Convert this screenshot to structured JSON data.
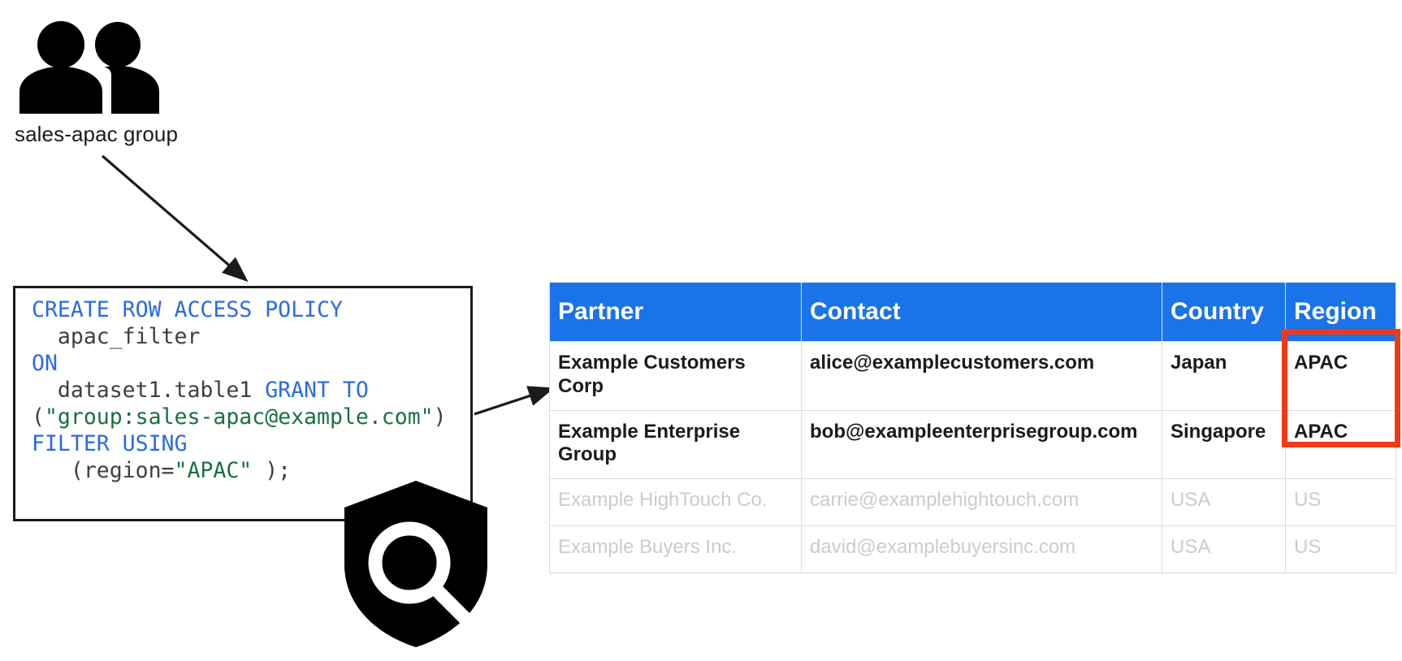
{
  "diagram": {
    "group": {
      "icon": "people-group-icon",
      "label": "sales-apac group"
    },
    "shield": {
      "icon": "shield-search-icon"
    },
    "arrows": [
      {
        "name": "arrow-group-to-policy"
      },
      {
        "name": "arrow-policy-to-table"
      }
    ]
  },
  "code": {
    "language": "sql",
    "tokens": [
      [
        {
          "t": "CREATE ROW ACCESS POLICY",
          "c": "kw"
        }
      ],
      [
        {
          "t": "  apac_filter",
          "c": "pl"
        }
      ],
      [
        {
          "t": "ON",
          "c": "kw"
        }
      ],
      [
        {
          "t": "  dataset1.table1 ",
          "c": "pl"
        },
        {
          "t": "GRANT TO",
          "c": "kw"
        }
      ],
      [
        {
          "t": "(",
          "c": "pl"
        },
        {
          "t": "\"group:sales-apac@example.com\"",
          "c": "str"
        },
        {
          "t": ")",
          "c": "pl"
        }
      ],
      [
        {
          "t": "FILTER USING",
          "c": "kw"
        }
      ],
      [
        {
          "t": "   (region=",
          "c": "pl"
        },
        {
          "t": "\"APAC\"",
          "c": "str"
        },
        {
          "t": " );",
          "c": "pl"
        }
      ]
    ],
    "plain": "CREATE ROW ACCESS POLICY\n  apac_filter\nON\n  dataset1.table1 GRANT TO\n(\"group:sales-apac@example.com\")\nFILTER USING\n   (region=\"APAC\" );"
  },
  "table": {
    "columns": [
      "Partner",
      "Contact",
      "Country",
      "Region"
    ],
    "rows": [
      {
        "state": "visible",
        "partner": "Example Customers Corp",
        "contact": "alice@examplecustomers.com",
        "country": "Japan",
        "region": "APAC"
      },
      {
        "state": "visible",
        "partner": "Example Enterprise Group",
        "contact": "bob@exampleenterprisegroup.com",
        "country": "Singapore",
        "region": "APAC"
      },
      {
        "state": "filtered-out",
        "partner": "Example HighTouch Co.",
        "contact": "carrie@examplehightouch.com",
        "country": "USA",
        "region": "US"
      },
      {
        "state": "filtered-out",
        "partner": "Example Buyers Inc.",
        "contact": "david@examplebuyersinc.com",
        "country": "USA",
        "region": "US"
      }
    ],
    "highlight": {
      "name": "region-apac-highlight",
      "color": "#f03a17",
      "covers": "Region cells of the two visible rows"
    }
  },
  "colors": {
    "header_blue": "#1a73e8",
    "keyword_blue": "#2a6ce0",
    "string_green": "#1a7040",
    "muted_text": "#c9ccd1",
    "highlight_red": "#f03a17",
    "ink": "#1b1b1b"
  }
}
